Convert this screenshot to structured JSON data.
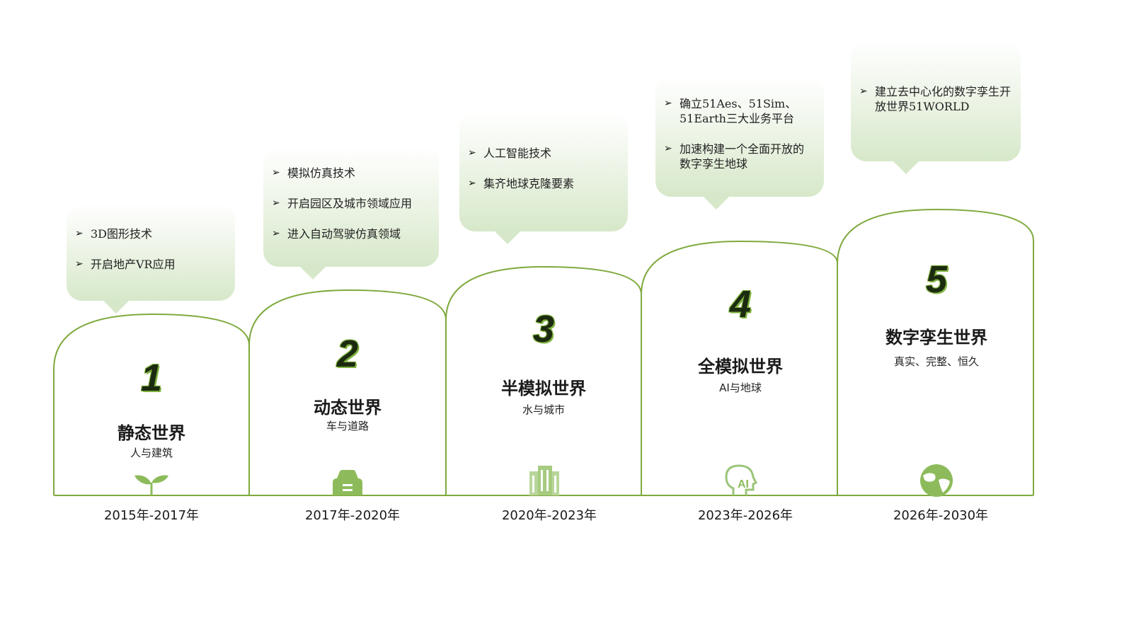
{
  "colors": {
    "arch_line": "#7fa93e",
    "icon_green": "#8dbb5b",
    "bubble_bottom": "#d6e8c9",
    "number_outline": "#7fb13e"
  },
  "marker": "➢",
  "stages": [
    {
      "number": "1",
      "title": "静态世界",
      "subtitle": "人与建筑",
      "years": "2015年-2017年",
      "icon": "sprout-icon",
      "bullets": [
        "3D图形技术",
        "开启地产VR应用"
      ]
    },
    {
      "number": "2",
      "title": "动态世界",
      "subtitle": "车与道路",
      "years": "2017年-2020年",
      "icon": "car-icon",
      "bullets": [
        "模拟仿真技术",
        "开启园区及城市领域应用",
        "进入自动驾驶仿真领域"
      ]
    },
    {
      "number": "3",
      "title": "半模拟世界",
      "subtitle": "水与城市",
      "years": "2020年-2023年",
      "icon": "building-icon",
      "bullets": [
        "人工智能技术",
        "集齐地球克隆要素"
      ]
    },
    {
      "number": "4",
      "title": "全模拟世界",
      "subtitle": "AI与地球",
      "years": "2023年-2026年",
      "icon": "ai-head-icon",
      "bullets": [
        "确立51Aes、51Sim、51Earth三大业务平台",
        "加速构建一个全面开放的数字孪生地球"
      ]
    },
    {
      "number": "5",
      "title": "数字孪生世界",
      "subtitle": "真实、完整、恒久",
      "years": "2026年-2030年",
      "icon": "globe-icon",
      "bullets": [
        "建立去中心化的数字孪生开放世界51WORLD"
      ]
    }
  ]
}
